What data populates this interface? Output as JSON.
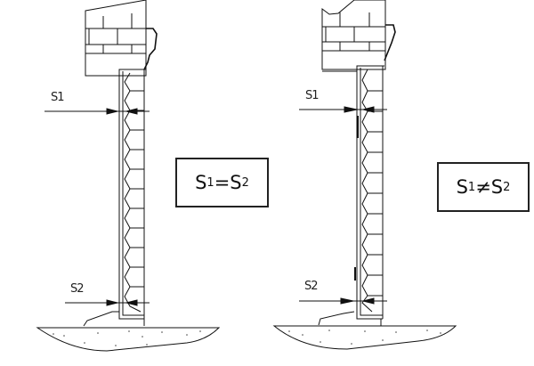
{
  "left_diagram": {
    "label_top": "S1",
    "label_bottom": "S2",
    "formula": {
      "s": "S",
      "sub1": "1",
      "op": "=",
      "sub2": "2"
    }
  },
  "right_diagram": {
    "label_top": "S1",
    "label_bottom": "S2",
    "formula": {
      "s": "S",
      "sub1": "1",
      "op": "≠",
      "sub2": "2"
    }
  },
  "colors": {
    "line": "#111111",
    "background": "#ffffff"
  }
}
